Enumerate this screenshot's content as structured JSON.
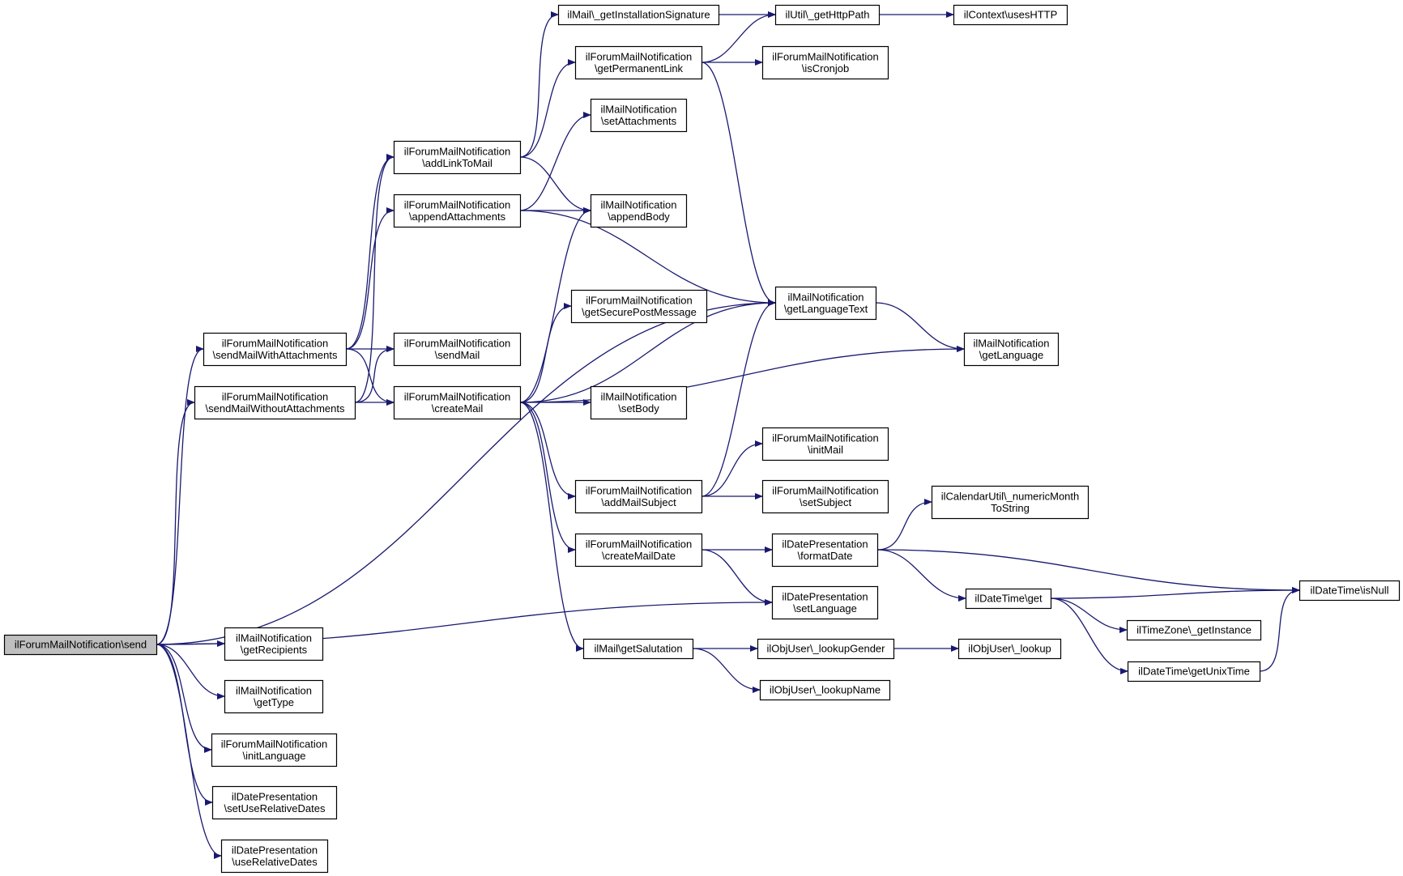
{
  "diagram": {
    "type": "call-graph",
    "colors": {
      "edge": "#191970",
      "node_border": "#000000",
      "root_fill": "#bfbfbf",
      "node_fill": "#ffffff"
    },
    "nodes": [
      {
        "id": "send",
        "lines": [
          "ilForumMailNotification\\send"
        ],
        "root": true
      },
      {
        "id": "getInstallationSignature",
        "lines": [
          "ilMail\\_getInstallationSignature"
        ]
      },
      {
        "id": "getHttpPath",
        "lines": [
          "ilUtil\\_getHttpPath"
        ]
      },
      {
        "id": "usesHTTP",
        "lines": [
          "ilContext\\usesHTTP"
        ]
      },
      {
        "id": "getPermanentLink",
        "lines": [
          "ilForumMailNotification",
          "\\getPermanentLink"
        ]
      },
      {
        "id": "isCronjob",
        "lines": [
          "ilForumMailNotification",
          "\\isCronjob"
        ]
      },
      {
        "id": "setAttachments",
        "lines": [
          "ilMailNotification",
          "\\setAttachments"
        ]
      },
      {
        "id": "addLinkToMail",
        "lines": [
          "ilForumMailNotification",
          "\\addLinkToMail"
        ]
      },
      {
        "id": "appendAttachments",
        "lines": [
          "ilForumMailNotification",
          "\\appendAttachments"
        ]
      },
      {
        "id": "appendBody",
        "lines": [
          "ilMailNotification",
          "\\appendBody"
        ]
      },
      {
        "id": "getLanguageText",
        "lines": [
          "ilMailNotification",
          "\\getLanguageText"
        ]
      },
      {
        "id": "getSecurePostMessage",
        "lines": [
          "ilForumMailNotification",
          "\\getSecurePostMessage"
        ]
      },
      {
        "id": "sendMailWithAttachments",
        "lines": [
          "ilForumMailNotification",
          "\\sendMailWithAttachments"
        ]
      },
      {
        "id": "sendMail",
        "lines": [
          "ilForumMailNotification",
          "\\sendMail"
        ]
      },
      {
        "id": "getLanguage",
        "lines": [
          "ilMailNotification",
          "\\getLanguage"
        ]
      },
      {
        "id": "sendMailWithoutAttachments",
        "lines": [
          "ilForumMailNotification",
          "\\sendMailWithoutAttachments"
        ]
      },
      {
        "id": "createMail",
        "lines": [
          "ilForumMailNotification",
          "\\createMail"
        ]
      },
      {
        "id": "setBody",
        "lines": [
          "ilMailNotification",
          "\\setBody"
        ]
      },
      {
        "id": "initMail",
        "lines": [
          "ilForumMailNotification",
          "\\initMail"
        ]
      },
      {
        "id": "addMailSubject",
        "lines": [
          "ilForumMailNotification",
          "\\addMailSubject"
        ]
      },
      {
        "id": "setSubject",
        "lines": [
          "ilForumMailNotification",
          "\\setSubject"
        ]
      },
      {
        "id": "numericMonthToString",
        "lines": [
          "ilCalendarUtil\\_numericMonth",
          "ToString"
        ]
      },
      {
        "id": "createMailDate",
        "lines": [
          "ilForumMailNotification",
          "\\createMailDate"
        ]
      },
      {
        "id": "formatDate",
        "lines": [
          "ilDatePresentation",
          "\\formatDate"
        ]
      },
      {
        "id": "isNull",
        "lines": [
          "ilDateTime\\isNull"
        ]
      },
      {
        "id": "setLanguage",
        "lines": [
          "ilDatePresentation",
          "\\setLanguage"
        ]
      },
      {
        "id": "dtGet",
        "lines": [
          "ilDateTime\\get"
        ]
      },
      {
        "id": "getRecipients",
        "lines": [
          "ilMailNotification",
          "\\getRecipients"
        ]
      },
      {
        "id": "tzGetInstance",
        "lines": [
          "ilTimeZone\\_getInstance"
        ]
      },
      {
        "id": "getSalutation",
        "lines": [
          "ilMail\\getSalutation"
        ]
      },
      {
        "id": "lookupGender",
        "lines": [
          "ilObjUser\\_lookupGender"
        ]
      },
      {
        "id": "lookup",
        "lines": [
          "ilObjUser\\_lookup"
        ]
      },
      {
        "id": "getUnixTime",
        "lines": [
          "ilDateTime\\getUnixTime"
        ]
      },
      {
        "id": "getType",
        "lines": [
          "ilMailNotification",
          "\\getType"
        ]
      },
      {
        "id": "lookupName",
        "lines": [
          "ilObjUser\\_lookupName"
        ]
      },
      {
        "id": "initLanguage",
        "lines": [
          "ilForumMailNotification",
          "\\initLanguage"
        ]
      },
      {
        "id": "setUseRelativeDates",
        "lines": [
          "ilDatePresentation",
          "\\setUseRelativeDates"
        ]
      },
      {
        "id": "useRelativeDates",
        "lines": [
          "ilDatePresentation",
          "\\useRelativeDates"
        ]
      }
    ],
    "edges": [
      [
        "send",
        "getLanguageText"
      ],
      [
        "send",
        "sendMailWithAttachments"
      ],
      [
        "send",
        "sendMailWithoutAttachments"
      ],
      [
        "send",
        "setLanguage"
      ],
      [
        "send",
        "getRecipients"
      ],
      [
        "send",
        "getType"
      ],
      [
        "send",
        "initLanguage"
      ],
      [
        "send",
        "setUseRelativeDates"
      ],
      [
        "send",
        "useRelativeDates"
      ],
      [
        "sendMailWithAttachments",
        "addLinkToMail"
      ],
      [
        "sendMailWithAttachments",
        "appendAttachments"
      ],
      [
        "sendMailWithAttachments",
        "sendMail"
      ],
      [
        "sendMailWithAttachments",
        "createMail"
      ],
      [
        "sendMailWithoutAttachments",
        "addLinkToMail"
      ],
      [
        "sendMailWithoutAttachments",
        "sendMail"
      ],
      [
        "sendMailWithoutAttachments",
        "createMail"
      ],
      [
        "addLinkToMail",
        "getInstallationSignature"
      ],
      [
        "addLinkToMail",
        "getPermanentLink"
      ],
      [
        "addLinkToMail",
        "appendBody"
      ],
      [
        "appendAttachments",
        "setAttachments"
      ],
      [
        "appendAttachments",
        "appendBody"
      ],
      [
        "appendAttachments",
        "getLanguageText"
      ],
      [
        "getInstallationSignature",
        "getHttpPath"
      ],
      [
        "getHttpPath",
        "usesHTTP"
      ],
      [
        "getPermanentLink",
        "getHttpPath"
      ],
      [
        "getPermanentLink",
        "isCronjob"
      ],
      [
        "getPermanentLink",
        "getLanguageText"
      ],
      [
        "getLanguageText",
        "getLanguage"
      ],
      [
        "createMail",
        "appendBody"
      ],
      [
        "createMail",
        "getSecurePostMessage"
      ],
      [
        "createMail",
        "getLanguageText"
      ],
      [
        "createMail",
        "setBody"
      ],
      [
        "createMail",
        "getLanguage"
      ],
      [
        "createMail",
        "addMailSubject"
      ],
      [
        "createMail",
        "createMailDate"
      ],
      [
        "createMail",
        "getSalutation"
      ],
      [
        "addMailSubject",
        "getLanguageText"
      ],
      [
        "addMailSubject",
        "initMail"
      ],
      [
        "addMailSubject",
        "setSubject"
      ],
      [
        "createMailDate",
        "formatDate"
      ],
      [
        "createMailDate",
        "setLanguage"
      ],
      [
        "formatDate",
        "numericMonthToString"
      ],
      [
        "formatDate",
        "isNull"
      ],
      [
        "formatDate",
        "dtGet"
      ],
      [
        "dtGet",
        "isNull"
      ],
      [
        "dtGet",
        "tzGetInstance"
      ],
      [
        "dtGet",
        "getUnixTime"
      ],
      [
        "getUnixTime",
        "isNull"
      ],
      [
        "getSalutation",
        "lookupGender"
      ],
      [
        "getSalutation",
        "lookupName"
      ],
      [
        "lookupGender",
        "lookup"
      ]
    ]
  }
}
